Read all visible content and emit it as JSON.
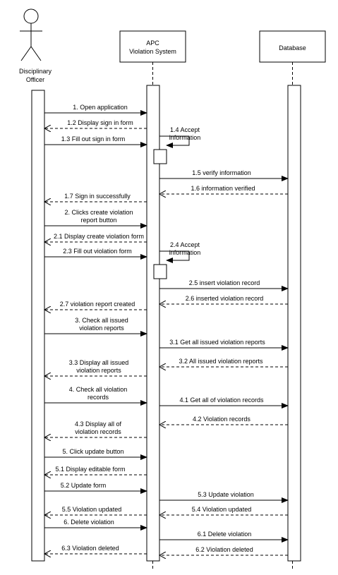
{
  "participants": {
    "actor": {
      "line1": "Disciplinary",
      "line2": "Officer",
      "icon": "stick-figure-actor-icon"
    },
    "system": {
      "line1": "APC",
      "line2": "Violation System"
    },
    "database": {
      "line1": "Database"
    }
  },
  "messages": [
    {
      "lines": [
        "1. Open application"
      ]
    },
    {
      "lines": [
        "1.2 Display sign in form"
      ]
    },
    {
      "lines": [
        "1.3 Fill out sign in form"
      ]
    },
    {
      "lines": [
        "1.4 Accept",
        "information"
      ]
    },
    {
      "lines": [
        "1.5 verify information"
      ]
    },
    {
      "lines": [
        "1.6 information verified"
      ]
    },
    {
      "lines": [
        "1.7 Sign in successfully"
      ]
    },
    {
      "lines": [
        "2. Clicks create violation",
        "report button"
      ]
    },
    {
      "lines": [
        "2.1 Display create violation form"
      ]
    },
    {
      "lines": [
        "2.3 Fill out violation form"
      ]
    },
    {
      "lines": [
        "2.4 Accept",
        "information"
      ]
    },
    {
      "lines": [
        "2.5 insert violation record"
      ]
    },
    {
      "lines": [
        "2.6 inserted violation record"
      ]
    },
    {
      "lines": [
        "2.7 violation report created"
      ]
    },
    {
      "lines": [
        "3. Check all issued",
        "violation reports"
      ]
    },
    {
      "lines": [
        "3.1 Get all issued violation reports"
      ]
    },
    {
      "lines": [
        "3.2 All issued violation reports"
      ]
    },
    {
      "lines": [
        "3.3 Display all issued",
        "violation reports"
      ]
    },
    {
      "lines": [
        "4. Check all violation",
        "records"
      ]
    },
    {
      "lines": [
        "4.1 Get all of violation records"
      ]
    },
    {
      "lines": [
        "4.2 Violation records"
      ]
    },
    {
      "lines": [
        "4.3 Display all of",
        "violation records"
      ]
    },
    {
      "lines": [
        "5. Click update button"
      ]
    },
    {
      "lines": [
        "5.1 Display editable form"
      ]
    },
    {
      "lines": [
        "5.2 Update form"
      ]
    },
    {
      "lines": [
        "5.3 Update violation"
      ]
    },
    {
      "lines": [
        "5.4 Violation updated"
      ]
    },
    {
      "lines": [
        "5.5 Violation updated"
      ]
    },
    {
      "lines": [
        "6. Delete violation"
      ]
    },
    {
      "lines": [
        "6.1 Delete violation"
      ]
    },
    {
      "lines": [
        "6.2 Violation deleted"
      ]
    },
    {
      "lines": [
        "6.3 Violation deleted"
      ]
    }
  ]
}
